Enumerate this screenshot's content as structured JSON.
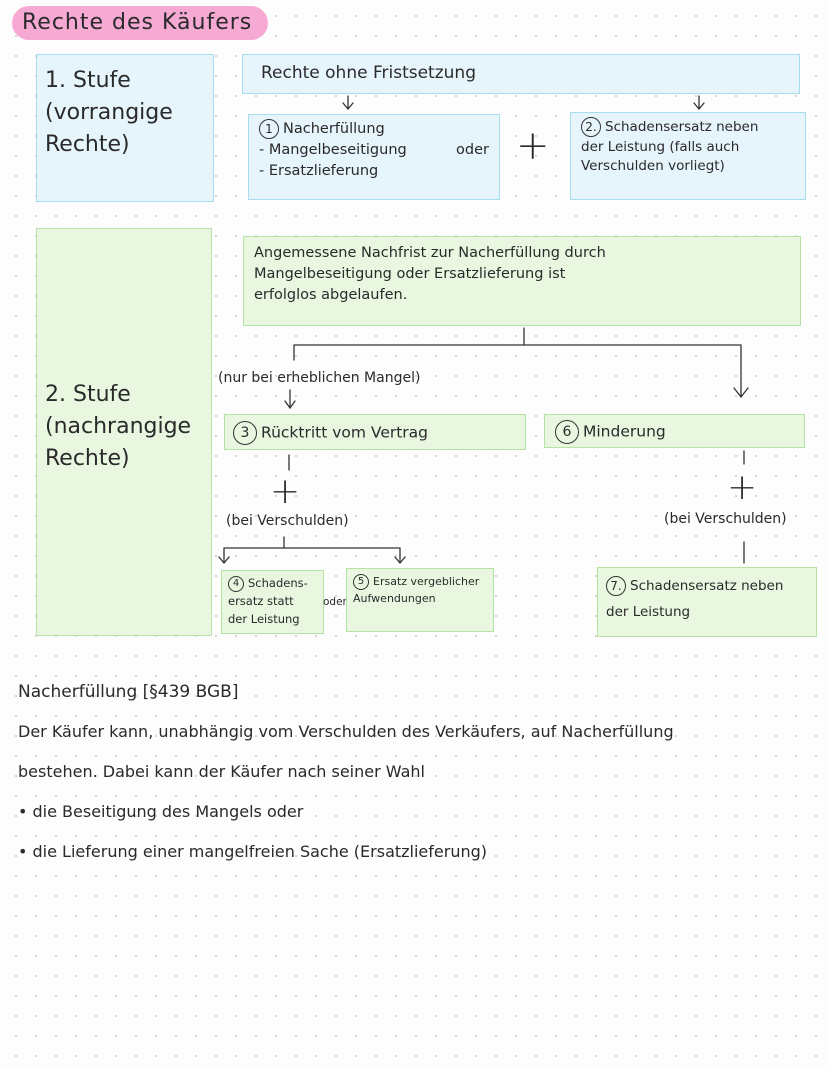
{
  "title": "Rechte des Käufers",
  "stage1": {
    "label_line1": "1. Stufe",
    "label_line2": "(vorrangige",
    "label_line3": "Rechte)"
  },
  "stage2": {
    "label_line1": "2. Stufe",
    "label_line2": "(nachrangige",
    "label_line3": "Rechte)"
  },
  "header_box": "Rechte ohne Fristsetzung",
  "box1": {
    "number": "1",
    "title": "Nacherfüllung",
    "item1": "- Mangelbeseitigung",
    "or": "oder",
    "item2": "- Ersatzlieferung"
  },
  "plus": "+",
  "box2": {
    "number": "2.",
    "line1": "Schadensersatz neben",
    "line2": "der Leistung (falls auch",
    "line3": "Verschulden vorliegt)"
  },
  "condition_box": {
    "line1": "Angemessene Nachfrist zur Nacherfüllung durch",
    "line2": "Mangelbeseitigung oder Ersatzlieferung ist",
    "line3": "erfolglos abgelaufen."
  },
  "label_erheblich": "(nur bei erheblichen Mangel)",
  "box3": {
    "number": "3",
    "text": "Rücktritt vom Vertrag"
  },
  "box6": {
    "number": "6",
    "text": "Minderung"
  },
  "label_verschulden_left": "(bei Verschulden)",
  "label_verschulden_right": "(bei Verschulden)",
  "box4": {
    "number": "4",
    "line1": "Schadens-",
    "line2": "ersatz statt",
    "line3": "der Leistung"
  },
  "label_oder": "oder",
  "box5": {
    "number": "5",
    "line1": "Ersatz vergeblicher",
    "line2": "Aufwendungen"
  },
  "box7": {
    "number": "7.",
    "line1": "Schadensersatz neben",
    "line2": "der Leistung"
  },
  "notes": {
    "heading": "Nacherfüllung [§439 BGB]",
    "line1": "Der Käufer kann, unabhängig vom Verschulden des Verkäufers, auf Nacherfüllung",
    "line2": "bestehen. Dabei kann der Käufer nach seiner Wahl",
    "line3": "• die Beseitigung des Mangels oder",
    "line4": "• die Lieferung einer mangelfreien Sache (Ersatzlieferung)"
  },
  "colors": {
    "highlight": "#f5a9d3",
    "blue_box": "#e6f4fb",
    "blue_border": "#a8ddf0",
    "green_box": "#e9f7e1",
    "green_border": "#b4e3a4"
  }
}
